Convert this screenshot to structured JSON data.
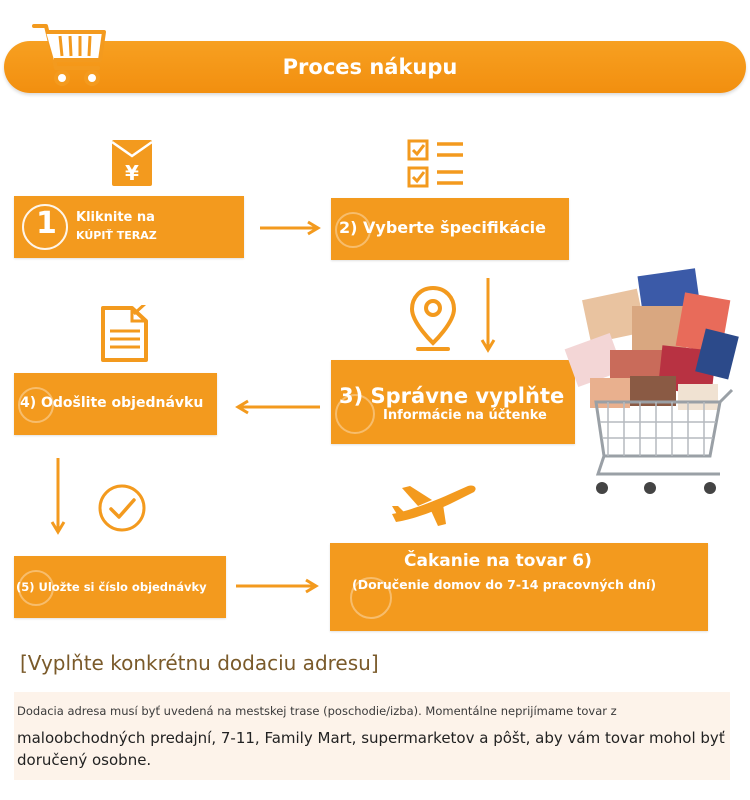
{
  "header": {
    "title": "Proces nákupu"
  },
  "steps": {
    "s1": {
      "number": "1",
      "line1": "Kliknite na",
      "line2": "KÚPIŤ TERAZ"
    },
    "s2": {
      "label": "2) Vyberte špecifikácie"
    },
    "s3": {
      "line1": "3) Správne vyplňte",
      "line2": "Informácie na účtenke"
    },
    "s4": {
      "label": "4) Odošlite objednávku"
    },
    "s5": {
      "label": "(5) Uložte si číslo objednávky"
    },
    "s6": {
      "line1": "Čakanie na tovar 6)",
      "line2": "(Doručenie domov do 7-14 pracovných dní)"
    }
  },
  "icons": {
    "cart": "shopping-cart-icon",
    "envelope": "red-envelope-yen-icon",
    "checklist": "checklist-icon",
    "document": "document-icon",
    "location": "location-pin-icon",
    "check": "check-circle-icon",
    "plane": "airplane-icon",
    "goods": "shopping-cart-goods-illustration"
  },
  "colors": {
    "accent": "#f39a1e",
    "header": "#f49a1c",
    "note_bg": "#fdf3ea",
    "heading": "#7a5a2a"
  },
  "address": {
    "heading": "[Vyplňte konkrétnu dodaciu adresu]",
    "line1": "Dodacia adresa musí byť uvedená na mestskej trase (poschodie/izba). Momentálne neprijímame tovar z",
    "line2": "maloobchodných predajní, 7-11, Family Mart, supermarketov a pôšt, aby vám tovar mohol byť doručený osobne."
  }
}
